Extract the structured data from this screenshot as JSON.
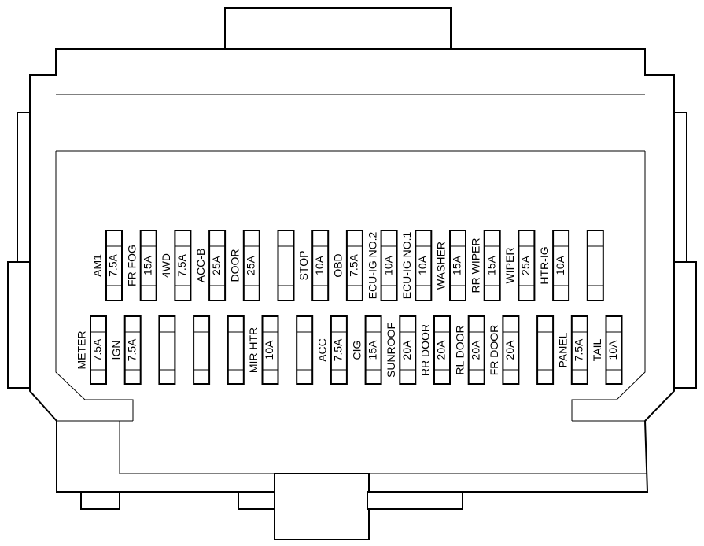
{
  "diagram": {
    "top_row": [
      {
        "name": "AM1",
        "rating": "7.5A"
      },
      {
        "name": "FR FOG",
        "rating": "15A"
      },
      {
        "name": "4WD",
        "rating": "7.5A"
      },
      {
        "name": "ACC-B",
        "rating": "25A"
      },
      {
        "name": "DOOR",
        "rating": "25A"
      },
      {
        "name": "",
        "rating": ""
      },
      {
        "name": "STOP",
        "rating": "10A"
      },
      {
        "name": "OBD",
        "rating": "7.5A"
      },
      {
        "name": "ECU-IG NO.2",
        "rating": "10A"
      },
      {
        "name": "ECU-IG NO.1",
        "rating": "10A"
      },
      {
        "name": "WASHER",
        "rating": "15A"
      },
      {
        "name": "RR WIPER",
        "rating": "15A"
      },
      {
        "name": "WIPER",
        "rating": "25A"
      },
      {
        "name": "HTR-IG",
        "rating": "10A"
      },
      {
        "name": "",
        "rating": ""
      }
    ],
    "bottom_row": [
      {
        "name": "METER",
        "rating": "7.5A"
      },
      {
        "name": "IGN",
        "rating": "7.5A"
      },
      {
        "name": "",
        "rating": ""
      },
      {
        "name": "",
        "rating": ""
      },
      {
        "name": "",
        "rating": ""
      },
      {
        "name": "MIR HTR",
        "rating": "10A"
      },
      {
        "name": "",
        "rating": ""
      },
      {
        "name": "ACC",
        "rating": "7.5A"
      },
      {
        "name": "CIG",
        "rating": "15A"
      },
      {
        "name": "SUNROOF",
        "rating": "20A"
      },
      {
        "name": "RR DOOR",
        "rating": "20A"
      },
      {
        "name": "RL DOOR",
        "rating": "20A"
      },
      {
        "name": "FR DOOR",
        "rating": "20A"
      },
      {
        "name": "",
        "rating": ""
      },
      {
        "name": "PANEL",
        "rating": "7.5A"
      },
      {
        "name": "TAIL",
        "rating": "10A"
      }
    ]
  }
}
